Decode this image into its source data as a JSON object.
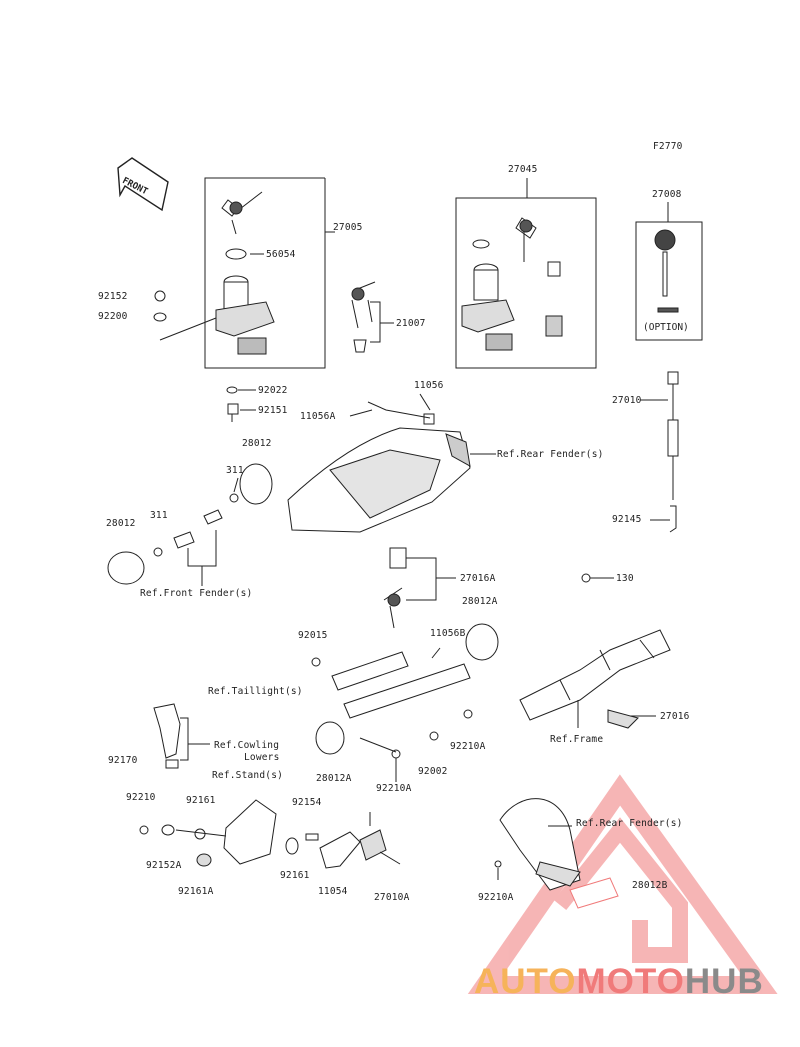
{
  "diagram": {
    "code": "F2770",
    "direction_marker": "FRONT",
    "option_label": "(OPTION)"
  },
  "part_numbers": {
    "p27005": "27005",
    "p56054": "56054",
    "p92152": "92152",
    "p92200": "92200",
    "p92022": "92022",
    "p92151": "92151",
    "p21007": "21007",
    "p27045": "27045",
    "p27008": "27008",
    "p11056": "11056",
    "p11056A": "11056A",
    "p27010": "27010",
    "p92145": "92145",
    "p28012_a": "28012",
    "p311_a": "311",
    "p311_b": "311",
    "p28012_b": "28012",
    "p27016A": "27016A",
    "p28012A_a": "28012A",
    "p92015": "92015",
    "p11056B": "11056B",
    "p130": "130",
    "p27016": "27016",
    "p92210A_a": "92210A",
    "p92002": "92002",
    "p28012A_b": "28012A",
    "p92210A_b": "92210A",
    "p92170": "92170",
    "p92210": "92210",
    "p92161_a": "92161",
    "p92152A": "92152A",
    "p92161A": "92161A",
    "p92154": "92154",
    "p92161_b": "92161",
    "p11054": "11054",
    "p27010A": "27010A",
    "p92210A_c": "92210A",
    "p28012B": "28012B"
  },
  "references": {
    "rear_fender_1": "Ref.Rear Fender(s)",
    "front_fender": "Ref.Front Fender(s)",
    "taillight": "Ref.Taillight(s)",
    "cowling_line1": "Ref.Cowling",
    "cowling_line2": "Lowers",
    "stand": "Ref.Stand(s)",
    "frame": "Ref.Frame",
    "rear_fender_2": "Ref.Rear Fender(s)"
  },
  "watermark": {
    "part1": "AUTO",
    "part2": "MOTO",
    "part3": "HUB",
    "color_orange": "#f6b35a",
    "color_red": "#f07a7a",
    "color_gray": "#8a8a8a"
  }
}
